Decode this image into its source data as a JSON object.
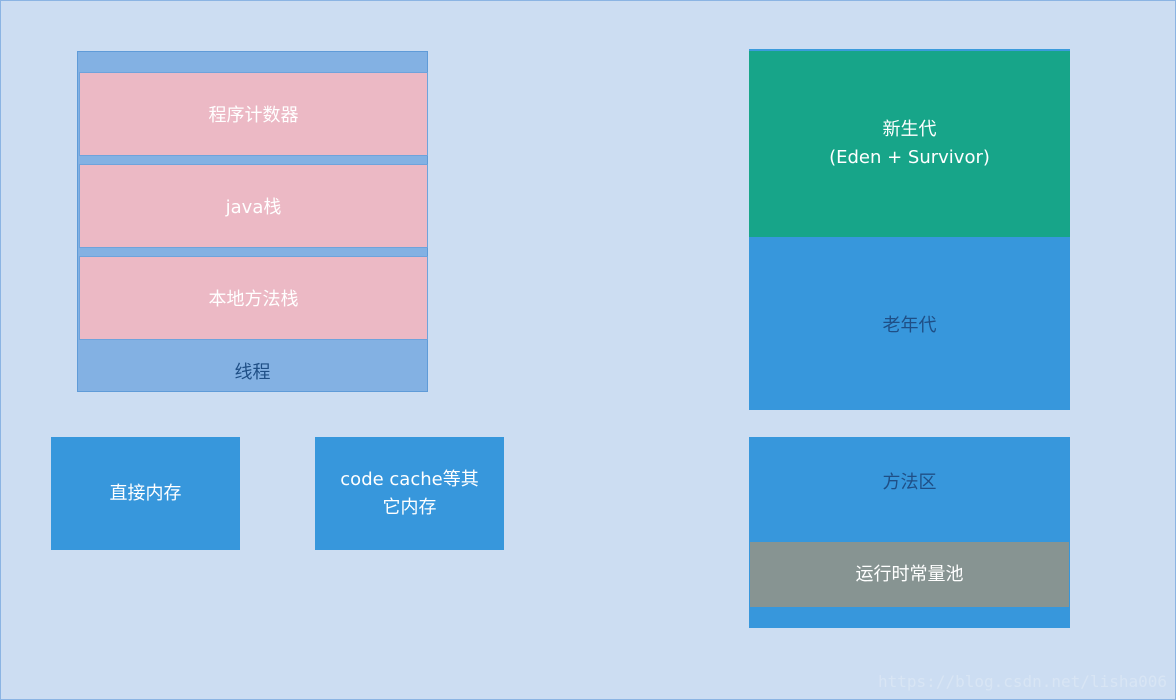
{
  "thread": {
    "items": [
      {
        "label": "程序计数器"
      },
      {
        "label": "java栈"
      },
      {
        "label": "本地方法栈"
      }
    ],
    "label": "线程"
  },
  "direct_memory": {
    "label": "直接内存"
  },
  "code_cache": {
    "line1": "code cache等其",
    "line2": "它内存"
  },
  "heap": {
    "young": {
      "line1": "新生代",
      "line2": "(Eden + Survivor)"
    },
    "old": {
      "label": "老年代"
    }
  },
  "method_area": {
    "label": "方法区",
    "runtime_constant_pool": {
      "label": "运行时常量池"
    }
  },
  "watermark": "https://blog.csdn.net/lisha006",
  "colors": {
    "background": "#ccddf2",
    "thread_frame": "#83b1e3",
    "thread_item": "#ecb9c5",
    "blue_box": "#3797dc",
    "young_gen": "#17a589",
    "constant_pool": "#879492"
  }
}
